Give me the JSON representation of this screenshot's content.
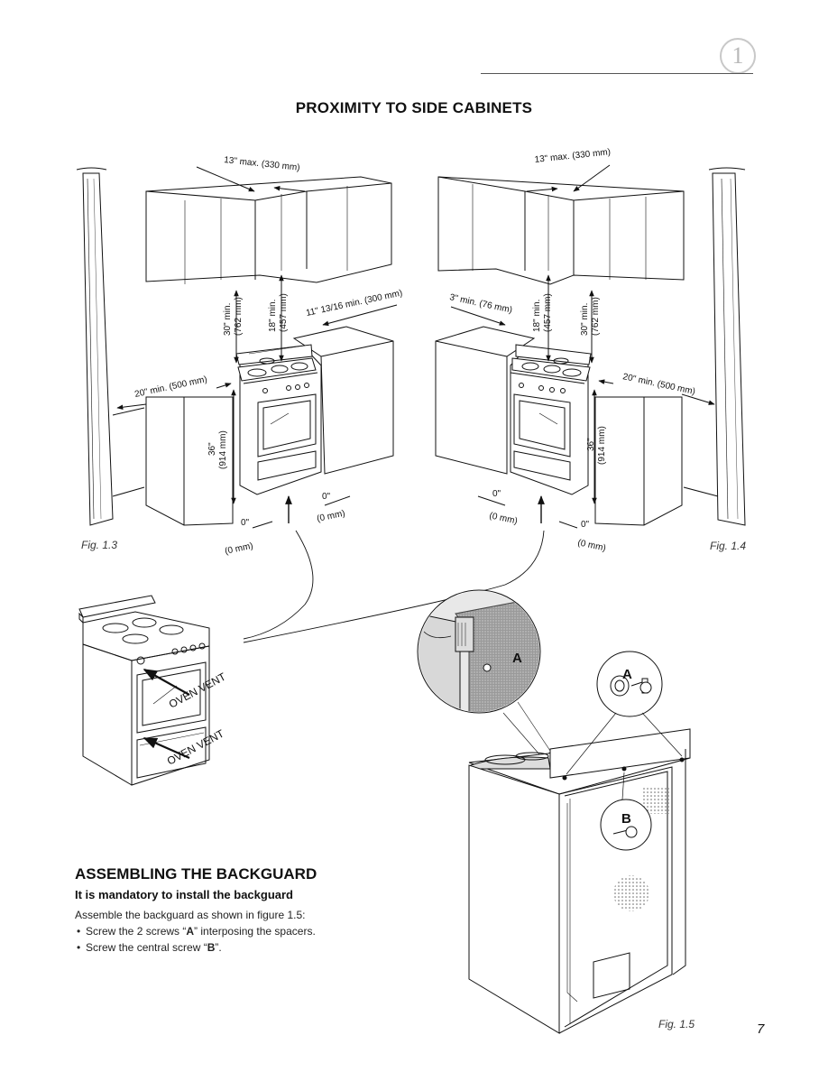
{
  "header": {
    "chapter_number": "1"
  },
  "page_title": "PROXIMITY TO SIDE CABINETS",
  "fig13": {
    "caption": "Fig. 1.3",
    "top_gap": "13\" max. (330 mm)",
    "left_clear_in": "30\" min.",
    "left_clear_mm": "(762 mm)",
    "mid_clear_in": "18\" min.",
    "mid_clear_mm": "(457 mm)",
    "right_side": "11\" 13/16 min. (300 mm)",
    "wall_clear": "20\" min. (500 mm)",
    "height_in": "36\"",
    "height_mm": "(914 mm)",
    "zero_a_in": "0\"",
    "zero_a_mm": "(0 mm)",
    "zero_b_in": "0\"",
    "zero_b_mm": "(0 mm)"
  },
  "fig14": {
    "caption": "Fig. 1.4",
    "top_gap": "13\" max. (330 mm)",
    "left_side": "3\" min. (76 mm)",
    "mid_clear_in": "18\" min.",
    "mid_clear_mm": "(457 mm)",
    "right_clear_in": "30\" min.",
    "right_clear_mm": "(762 mm)",
    "wall_clear": "20\" min. (500 mm)",
    "height_in": "36\"",
    "height_mm": "(914 mm)",
    "zero_a_in": "0\"",
    "zero_a_mm": "(0 mm)",
    "zero_b_in": "0\"",
    "zero_b_mm": "(0 mm)"
  },
  "oven_detail": {
    "vent_label_top": "OVEN VENT",
    "vent_label_bottom": "OVEN VENT"
  },
  "fig15": {
    "caption": "Fig. 1.5",
    "label_a": "A",
    "label_a_zoom": "A",
    "label_b": "B"
  },
  "assembly": {
    "heading": "ASSEMBLING THE BACKGUARD",
    "subheading": "It is mandatory to install the backguard",
    "intro": "Assemble the backguard as shown in figure 1.5:",
    "steps": [
      {
        "prefix": "Screw the 2 screws “",
        "bold": "A",
        "suffix": "” interposing the spacers."
      },
      {
        "prefix": "Screw the central screw “",
        "bold": "B",
        "suffix": "”."
      }
    ]
  },
  "page_number": "7"
}
